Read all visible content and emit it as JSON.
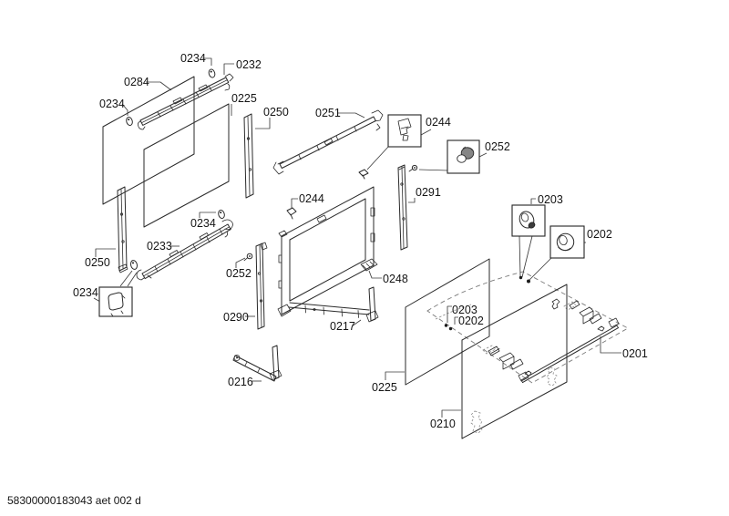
{
  "colors": {
    "background": "#ffffff",
    "line": "#2a2a2a",
    "leader": "#3c3c3c",
    "dashed_reference": "#7a7a7a",
    "knob_dark": "#3c3c3c"
  },
  "labels": {
    "n0234_top": "0234",
    "n0232": "0232",
    "n0284": "0284",
    "n0234_left": "0234",
    "n0225_inner": "0225",
    "n0250_right": "0250",
    "n0251": "0251",
    "n0244_callout": "0244",
    "n0252_callout": "0252",
    "n0244_clip": "0244",
    "n0291": "0291",
    "n0203_callout": "0203",
    "n0202_callout": "0202",
    "n0234_mid": "0234",
    "n0233": "0233",
    "n0250_left": "0250",
    "n0234_buffer": "0234",
    "n0252_screw": "0252",
    "n0248": "0248",
    "n0290": "0290",
    "n0217": "0217",
    "n0216": "0216",
    "n0203_door": "0203",
    "n0202_door": "0202",
    "n0225_front": "0225",
    "n0210": "0210",
    "n0201": "0201"
  },
  "footer": {
    "doc_code": "58300000183043 aet 002 d"
  }
}
